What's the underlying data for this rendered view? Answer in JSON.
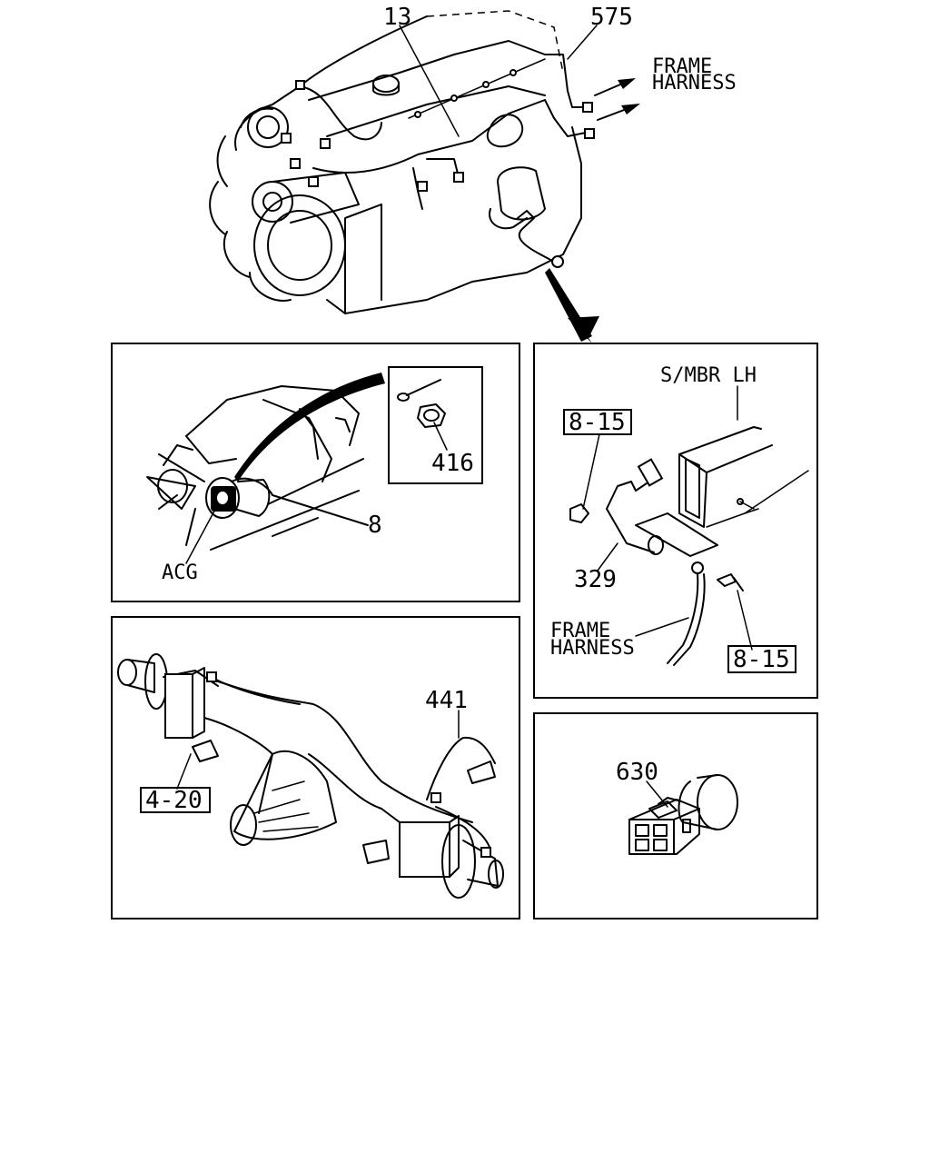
{
  "callouts": {
    "part_13": "13",
    "part_575": "575",
    "frame_harness_top_1": "FRAME",
    "frame_harness_top_2": "HARNESS",
    "part_416": "416",
    "part_8": "8",
    "acg": "ACG",
    "smbr_lh": "S/MBR LH",
    "ref_8_15_top": "8-15",
    "part_329": "329",
    "frame_harness_mid_1": "FRAME",
    "frame_harness_mid_2": "HARNESS",
    "ref_8_15_bottom": "8-15",
    "part_441": "441",
    "ref_4_20": "4-20",
    "part_630": "630"
  }
}
